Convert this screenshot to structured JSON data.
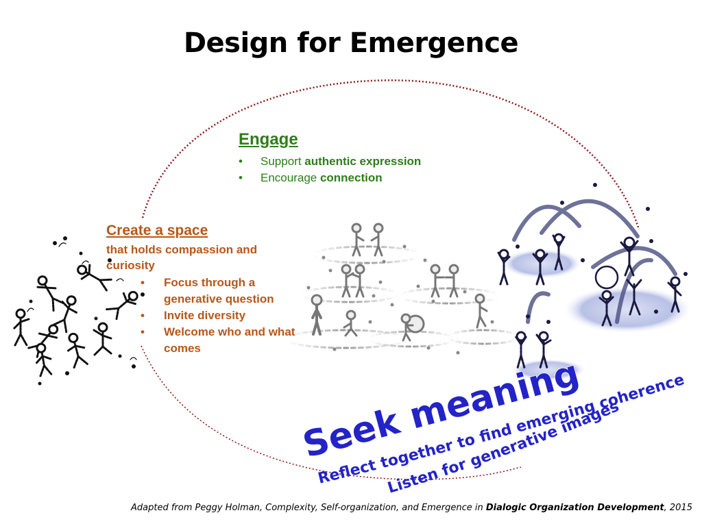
{
  "title": "Design for Emergence",
  "engage": {
    "heading": "Engage",
    "items": [
      {
        "bullet": "•",
        "plain": "Support ",
        "bold": "authentic expression"
      },
      {
        "bullet": "•",
        "plain": "Encourage ",
        "bold": "connection"
      }
    ]
  },
  "create_space": {
    "heading": "Create a space",
    "subtitle": "that holds compassion and curiosity",
    "items": [
      {
        "bullet": "•",
        "text": "Focus through a generative question"
      },
      {
        "bullet": "•",
        "text": "Invite diversity"
      },
      {
        "bullet": "•",
        "text": "Welcome who and what comes"
      }
    ]
  },
  "seek_meaning": {
    "heading": "Seek meaning",
    "line1": "Reflect together to find emerging coherence",
    "line2": "Listen for generative images"
  },
  "footer": {
    "prefix": "Adapted from Peggy Holman, Complexity, Self-organization, and Emergence in ",
    "book": "Dialogic Organization Development",
    "suffix": ", 2015"
  },
  "colors": {
    "engage": "#2e7d1a",
    "create_space": "#b5571a",
    "seek_meaning": "#2323c8",
    "cycle_line": "#8b1a1a"
  },
  "icons": [
    "chaotic-crowd-illustration",
    "mingling-people-illustration",
    "juggling-people-illustration"
  ]
}
